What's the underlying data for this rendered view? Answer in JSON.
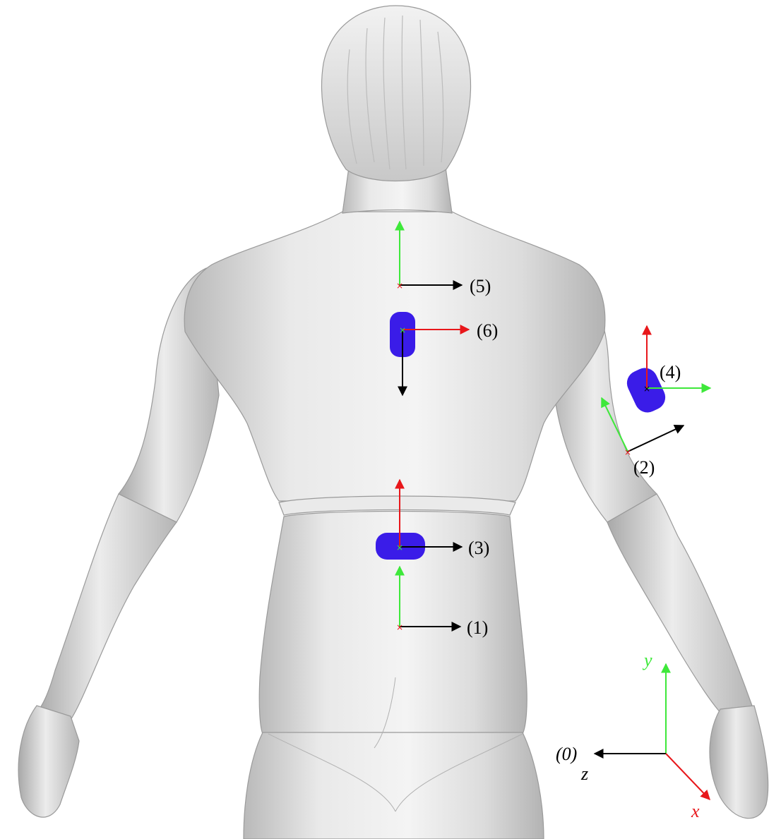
{
  "frames": [
    {
      "id": "1",
      "label": "(1)"
    },
    {
      "id": "2",
      "label": "(2)"
    },
    {
      "id": "3",
      "label": "(3)"
    },
    {
      "id": "4",
      "label": "(4)"
    },
    {
      "id": "5",
      "label": "(5)"
    },
    {
      "id": "6",
      "label": "(6)"
    }
  ],
  "world_frame": {
    "label": "(0)",
    "axis_x": "x",
    "axis_y": "y",
    "axis_z": "z"
  },
  "colors": {
    "x_axis": "#e8171b",
    "y_axis": "#3ee83a",
    "z_axis": "#000000",
    "sensor": "#3a1ce8",
    "body": "#e4e4e4",
    "body_shadow": "#bdbdbd",
    "background": "#ffffff"
  },
  "icons": [
    "human-back-figure",
    "sensor-pad"
  ]
}
